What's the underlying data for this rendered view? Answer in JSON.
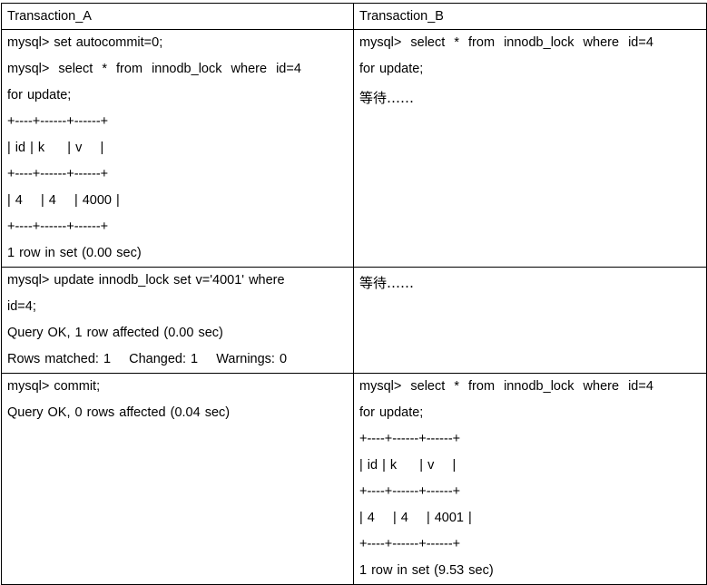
{
  "headers": {
    "a": "Transaction_A",
    "b": "Transaction_B"
  },
  "rows": [
    {
      "a": [
        "mysql> set autocommit=0;",
        "mysql>  select  *  from  innodb_lock  where  id=4",
        "for update;",
        "+----+------+------+",
        "| id | k     | v    |",
        "+----+------+------+",
        "| 4    | 4    | 4000 |",
        "+----+------+------+",
        "1 row in set (0.00 sec)"
      ],
      "b": [
        "mysql>  select  *  from  innodb_lock  where  id=4",
        "for update;",
        "等待……"
      ]
    },
    {
      "a": [
        "mysql> update innodb_lock set v='4001' where",
        "id=4;",
        "Query OK, 1 row affected (0.00 sec)",
        "Rows matched: 1    Changed: 1    Warnings: 0"
      ],
      "b": [
        "等待……"
      ]
    },
    {
      "a": [
        "mysql> commit;",
        "Query OK, 0 rows affected (0.04 sec)"
      ],
      "b": [
        "mysql>  select  *  from  innodb_lock  where  id=4",
        "for update;",
        "+----+------+------+",
        "| id | k     | v    |",
        "+----+------+------+",
        "| 4    | 4    | 4001 |",
        "+----+------+------+",
        "1 row in set (9.53 sec)"
      ]
    }
  ]
}
